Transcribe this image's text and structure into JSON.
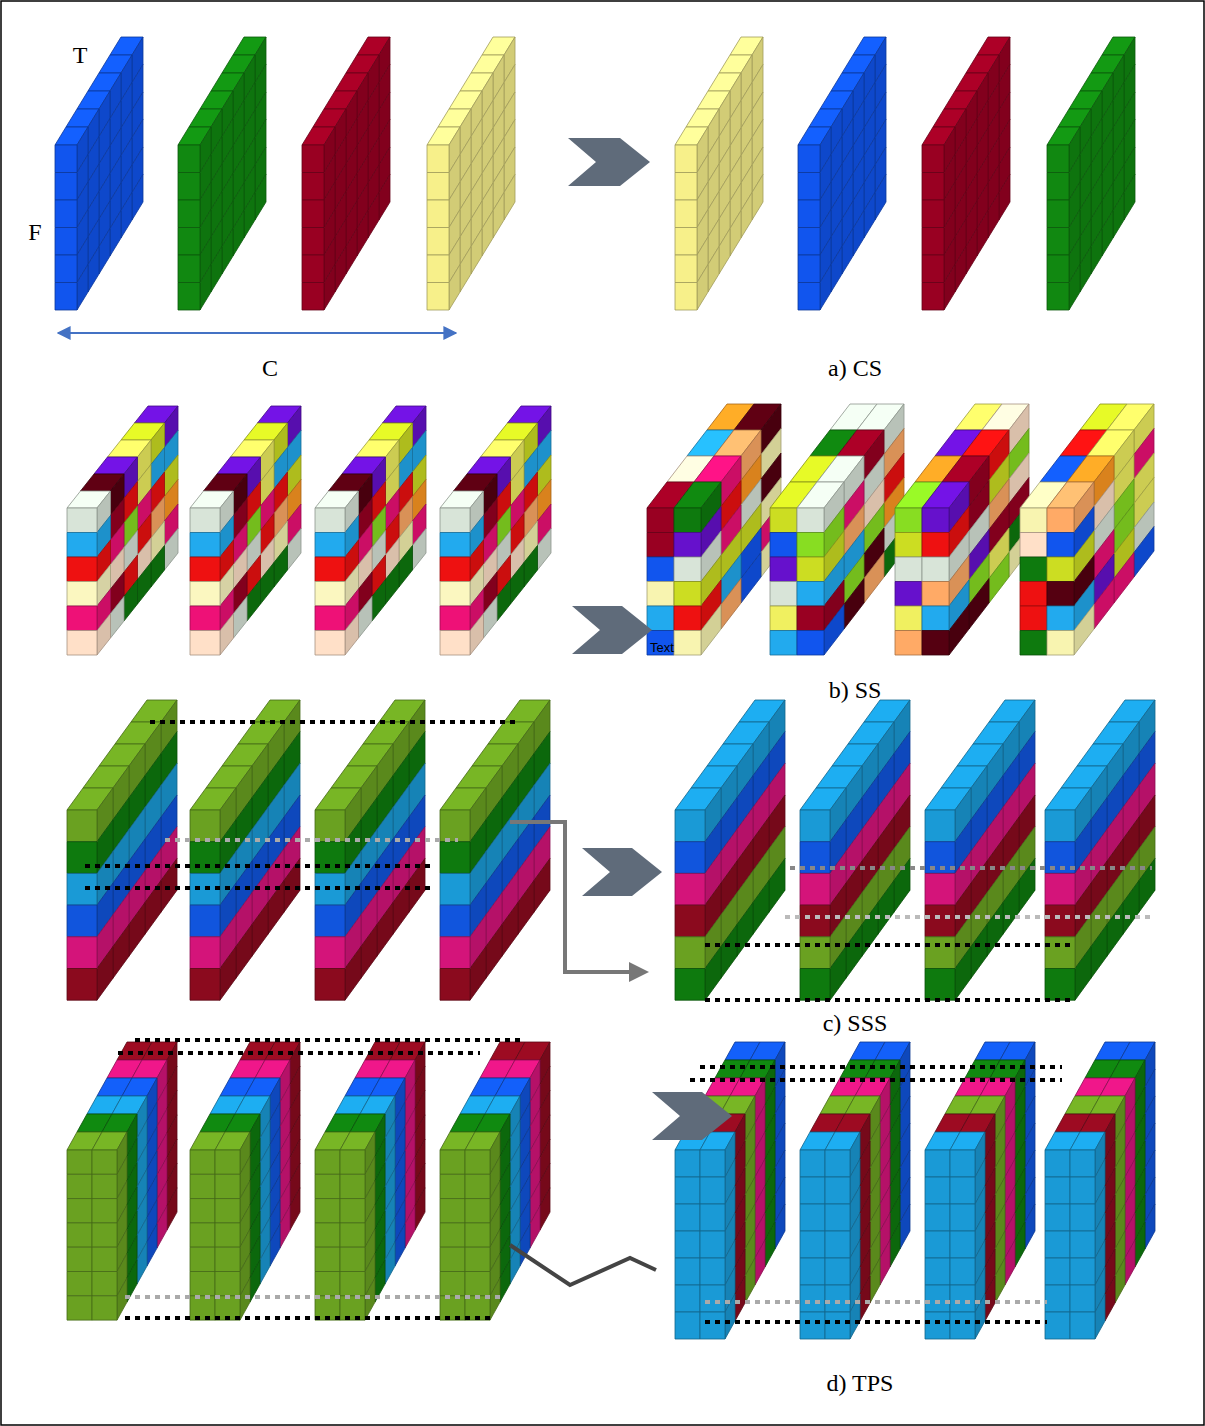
{
  "diagram": {
    "labels": [
      "T",
      "F",
      "C",
      "a) CS",
      "Text",
      "b) SS",
      "c) SSS",
      "d) TPS"
    ]
  }
}
